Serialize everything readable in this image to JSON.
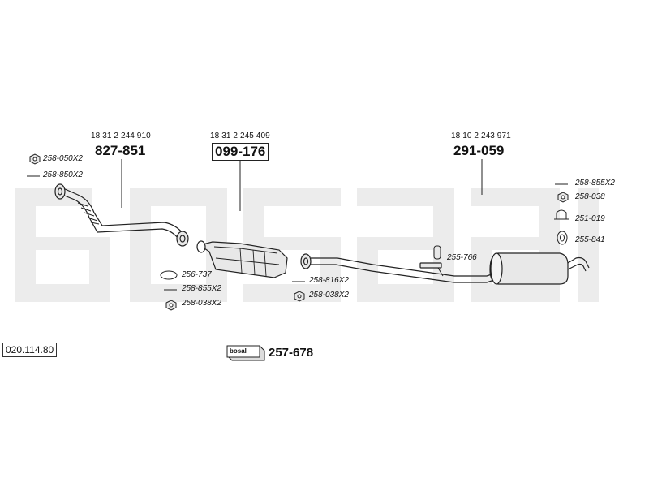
{
  "diagram": {
    "reference_number": "020.114.80",
    "watermark_text": "bosal",
    "sections": [
      {
        "oem": "18 31 2 244 910",
        "part": "827-851",
        "boxed": false
      },
      {
        "oem": "18 31 2 245 409",
        "part": "099-176",
        "boxed": true
      },
      {
        "oem": "18 10 2 243 971",
        "part": "291-059",
        "boxed": false
      }
    ],
    "accessories": [
      {
        "code": "258-050X2",
        "icon": "nut-icon"
      },
      {
        "code": "258-850X2",
        "icon": "bolt-icon"
      },
      {
        "code": "256-737",
        "icon": "gasket-ring-icon"
      },
      {
        "code": "258-855X2",
        "icon": "bolt-icon"
      },
      {
        "code": "258-038X2",
        "icon": "nut-icon"
      },
      {
        "code": "258-816X2",
        "icon": "bolt-icon"
      },
      {
        "code": "258-038X2",
        "icon": "nut-icon"
      },
      {
        "code": "255-766",
        "icon": "rubber-hanger-icon"
      },
      {
        "code": "258-855X2",
        "icon": "bolt-icon"
      },
      {
        "code": "258-038",
        "icon": "nut-icon"
      },
      {
        "code": "251-019",
        "icon": "clamp-icon"
      },
      {
        "code": "255-841",
        "icon": "rubber-ring-icon"
      }
    ],
    "mounting_kit": {
      "badge": "bosal",
      "code": "257-678"
    },
    "colors": {
      "line": "#222222",
      "watermark": "#ececec",
      "fill": "#e8e8e8"
    }
  }
}
